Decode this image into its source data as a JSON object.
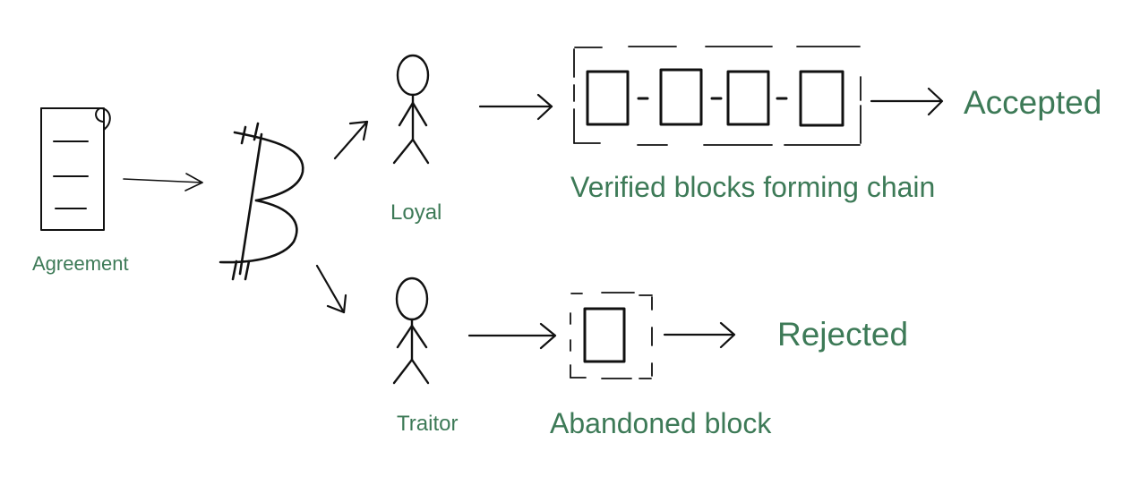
{
  "labels": {
    "agreement": "Agreement",
    "loyal": "Loyal",
    "traitor": "Traitor",
    "verified_chain": "Verified blocks forming chain",
    "abandoned_block": "Abandoned block",
    "accepted": "Accepted",
    "rejected": "Rejected"
  },
  "colors": {
    "label_green": "#3d7a57",
    "ink": "#111111",
    "background": "#ffffff"
  },
  "icons": {
    "agreement": "document-scroll-icon",
    "currency": "bitcoin-symbol-icon",
    "loyal": "stick-figure-icon",
    "traitor": "stick-figure-icon"
  }
}
